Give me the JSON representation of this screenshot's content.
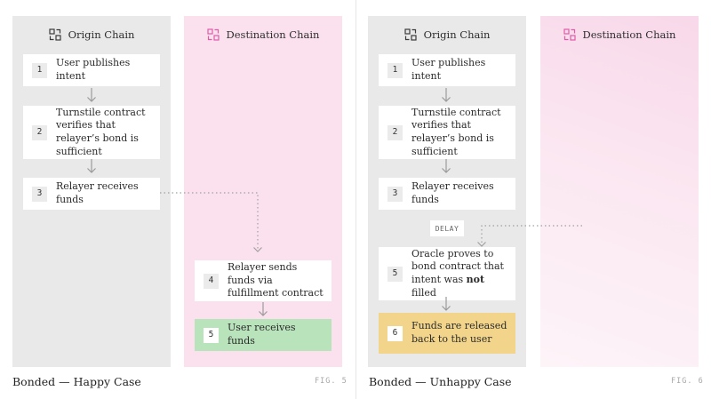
{
  "figures": [
    {
      "origin_header": "Origin Chain",
      "destination_header": "Destination Chain",
      "steps": [
        {
          "num": "1",
          "text": "User publishes intent"
        },
        {
          "num": "2",
          "text": "Turnstile contract verifies that relayer’s bond is sufficient"
        },
        {
          "num": "3",
          "text": "Relayer receives funds"
        },
        {
          "num": "4",
          "text": "Relayer sends funds via fulfillment contract"
        },
        {
          "num": "5",
          "text": "User receives funds"
        }
      ],
      "caption": "Bonded — Happy Case",
      "fig_label": "FIG. 5"
    },
    {
      "origin_header": "Origin Chain",
      "destination_header": "Destination Chain",
      "steps": [
        {
          "num": "1",
          "text": "User publishes intent"
        },
        {
          "num": "2",
          "text": "Turnstile contract verifies that relayer’s bond is sufficient"
        },
        {
          "num": "3",
          "text": "Relayer receives funds"
        },
        {
          "num": "5",
          "text_before": "Oracle proves to bond contract that intent was ",
          "text_bold": "not",
          "text_after": " filled"
        },
        {
          "num": "6",
          "text": "Funds are released back to the user"
        }
      ],
      "delay_label": "DELAY",
      "caption": "Bonded — Unhappy Case",
      "fig_label": "FIG. 6"
    }
  ],
  "colors": {
    "origin_column": "#e9e9e9",
    "destination_column": "#fbe1ee",
    "success_card": "#b9e3bb",
    "refund_card": "#f2d58a",
    "chain_icon_origin": "#3a3a3a",
    "chain_icon_destination": "#e05aa8"
  },
  "icons": [
    "chain-icon-origin",
    "chain-icon-destination",
    "down-arrow-icon"
  ]
}
